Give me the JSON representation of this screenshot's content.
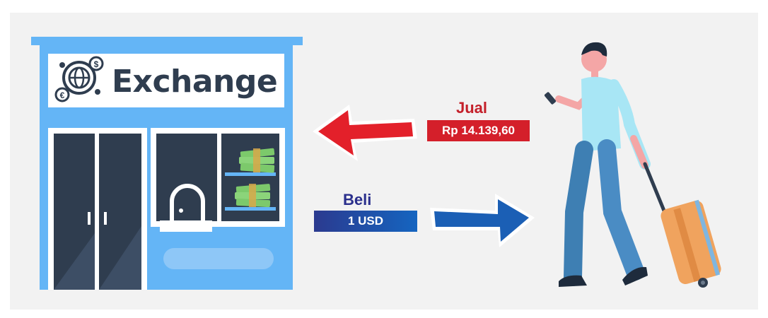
{
  "shop": {
    "sign_text": "Exchange",
    "colors": {
      "facade": "#64b5f6",
      "dark": "#2f3d4f",
      "frame": "#ffffff"
    }
  },
  "sell": {
    "title": "Jual",
    "value": "Rp 14.139,60",
    "color": "#d41f2a"
  },
  "buy": {
    "title": "Beli",
    "value": "1 USD",
    "color": "#1565c0"
  }
}
